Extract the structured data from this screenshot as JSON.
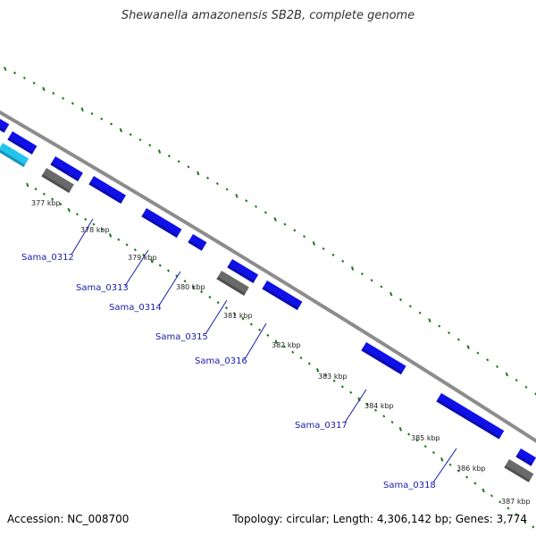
{
  "title": "Shewanella amazonensis SB2B, complete genome",
  "footer": {
    "accession": "Accession: NC_008700",
    "summary": "Topology: circular; Length: 4,306,142 bp; Genes: 3,774"
  },
  "colors": {
    "backbone": "#8c8c8c",
    "gene_forward": "#1010e8",
    "gene_highlight": "#22c4ee",
    "gene_other": "#6a6a6a",
    "gc_dots": "#1a7a1a",
    "gene_label": "#1a1aa8"
  },
  "kbp_ticks": [
    "377 kbp",
    "378 kbp",
    "379 kbp",
    "380 kbp",
    "381 kbp",
    "382 kbp",
    "383 kbp",
    "384 kbp",
    "385 kbp",
    "386 kbp",
    "387 kbp"
  ],
  "gene_labels": [
    "Sama_0312",
    "Sama_0313",
    "Sama_0314",
    "Sama_0315",
    "Sama_0316",
    "Sama_0317",
    "Sama_0318"
  ]
}
